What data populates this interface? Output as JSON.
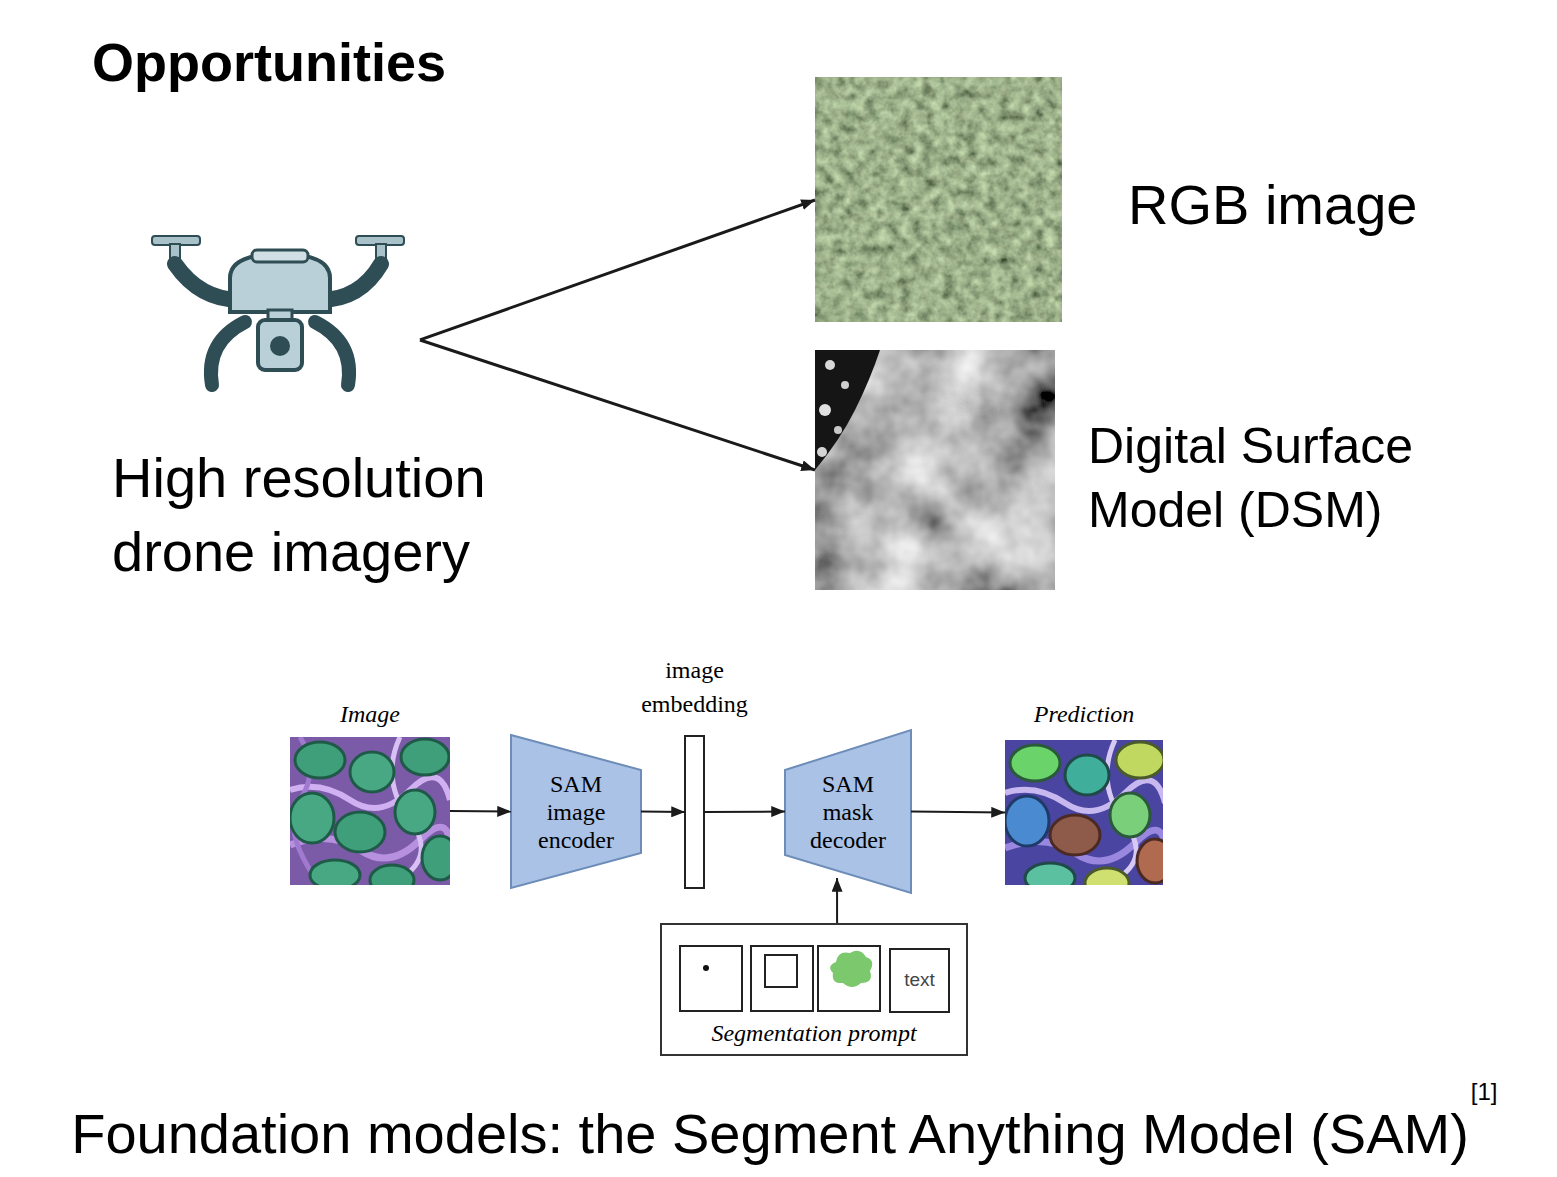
{
  "diagram": {
    "title": "Opportunities",
    "caption": "Foundation models: the Segment Anything Model (SAM)",
    "nodes": [
      {
        "text": [
          "High resolution drone imagery"
        ]
      },
      {
        "text": [
          "RGB image"
        ]
      },
      {
        "text": [
          "Digital Surface Model (DSM)"
        ]
      },
      {
        "text": [
          "Image"
        ]
      },
      {
        "text": [
          "SAM image encoder"
        ]
      },
      {
        "text": [
          "image embedding"
        ]
      },
      {
        "text": [
          "SAM mask decoder"
        ]
      },
      {
        "text": [
          "Prediction"
        ]
      },
      {
        "text": [
          "Segmentation prompt"
        ]
      },
      {
        "text": [
          "text"
        ],
        "in": 8
      }
    ],
    "edges": [
      {
        "from": 0,
        "to": 1,
        "arrow": "to"
      },
      {
        "from": 0,
        "to": 2,
        "arrow": "to"
      },
      {
        "from": 3,
        "to": 4,
        "arrow": "to"
      },
      {
        "from": 4,
        "to": 5,
        "arrow": "to"
      },
      {
        "from": 5,
        "to": 6,
        "arrow": "to"
      },
      {
        "from": 6,
        "to": 7,
        "arrow": "to"
      },
      {
        "from": 8,
        "to": 6,
        "arrow": "to"
      }
    ],
    "labels": [
      "[1]"
    ]
  }
}
